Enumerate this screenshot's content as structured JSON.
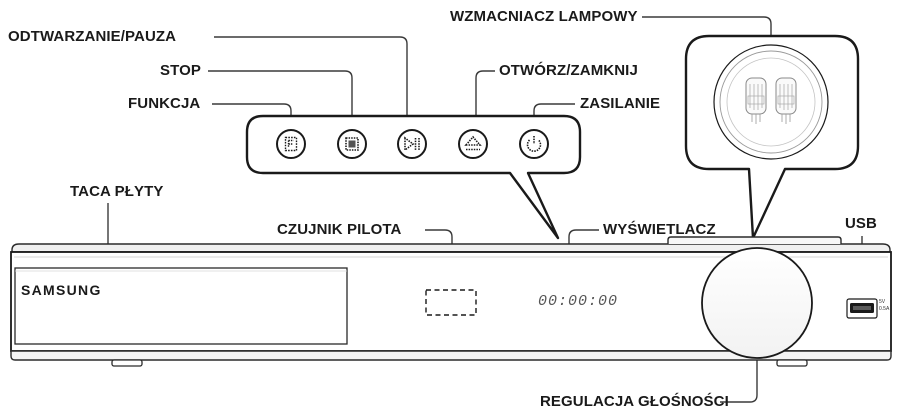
{
  "labels": {
    "tube_amp": "WZMACNIACZ LAMPOWY",
    "play_pause": "ODTWARZANIE/PAUZA",
    "stop": "STOP",
    "open_close": "OTWÓRZ/ZAMKNIJ",
    "function": "FUNKCJA",
    "power": "ZASILANIE",
    "disc_tray": "TACA PŁYTY",
    "remote_sensor": "CZUJNIK PILOTA",
    "display": "WYŚWIETLACZ",
    "usb": "USB",
    "volume": "REGULACJA GŁOŚNOŚCI"
  },
  "device": {
    "brand": "SAMSUNG",
    "display_readout": "00:00:00",
    "usb_spec_line1": "5V",
    "usb_spec_line2": "0.5A"
  },
  "buttons": [
    {
      "name": "function-button",
      "icon": "function-icon"
    },
    {
      "name": "stop-button",
      "icon": "stop-icon"
    },
    {
      "name": "play-pause-button",
      "icon": "play-pause-icon"
    },
    {
      "name": "open-close-button",
      "icon": "eject-icon"
    },
    {
      "name": "power-button",
      "icon": "power-icon"
    }
  ]
}
